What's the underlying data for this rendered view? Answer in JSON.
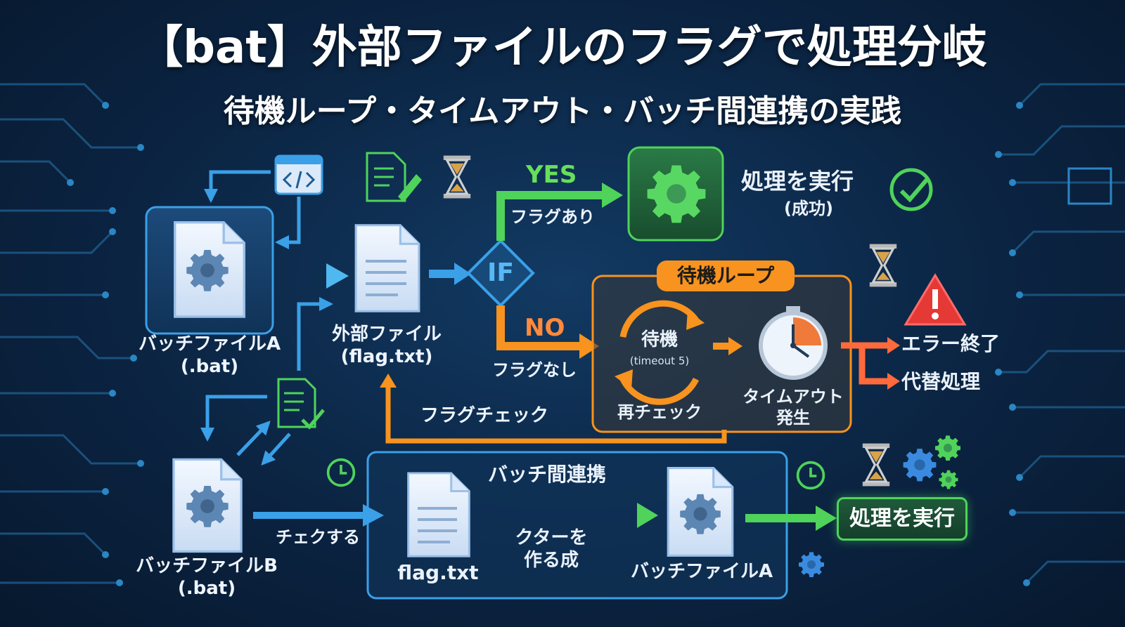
{
  "title": "【bat】外部ファイルのフラグで処理分岐",
  "subtitle": "待機ループ・タイムアウト・バッチ間連携の実践",
  "nodes": {
    "batch_a": {
      "name": "バッチファイルA",
      "ext": "(.bat)"
    },
    "external_file": {
      "name": "外部ファイル",
      "file": "(flag.txt)"
    },
    "if_label": "IF",
    "batch_b": {
      "name": "バッチファイルB",
      "ext": "(.bat)"
    }
  },
  "branches": {
    "yes": "YES",
    "yes_condition": "フラグあり",
    "no": "NO",
    "no_condition": "フラグなし"
  },
  "success": {
    "label": "処理を実行",
    "sub": "(成功)"
  },
  "wait_loop": {
    "title": "待機ループ",
    "wait": "待機",
    "timeout_cmd": "(timeout 5)",
    "recheck": "再チェック",
    "timeout_line1": "タイムアウト",
    "timeout_line2": "発生"
  },
  "flag_check": "フラグチェック",
  "error_end": "エラー終了",
  "alternate": "代替処理",
  "batch_link": {
    "title": "バッチ間連携",
    "check": "チェクする",
    "flag_file": "flag.txt",
    "create_line1": "クターを",
    "create_line2": "作る成",
    "batch_a": "バッチファイルA",
    "execute": "処理を実行"
  },
  "colors": {
    "blue": "#3aa0e8",
    "green": "#4fd35a",
    "orange": "#f7931e",
    "red": "#e53935"
  }
}
